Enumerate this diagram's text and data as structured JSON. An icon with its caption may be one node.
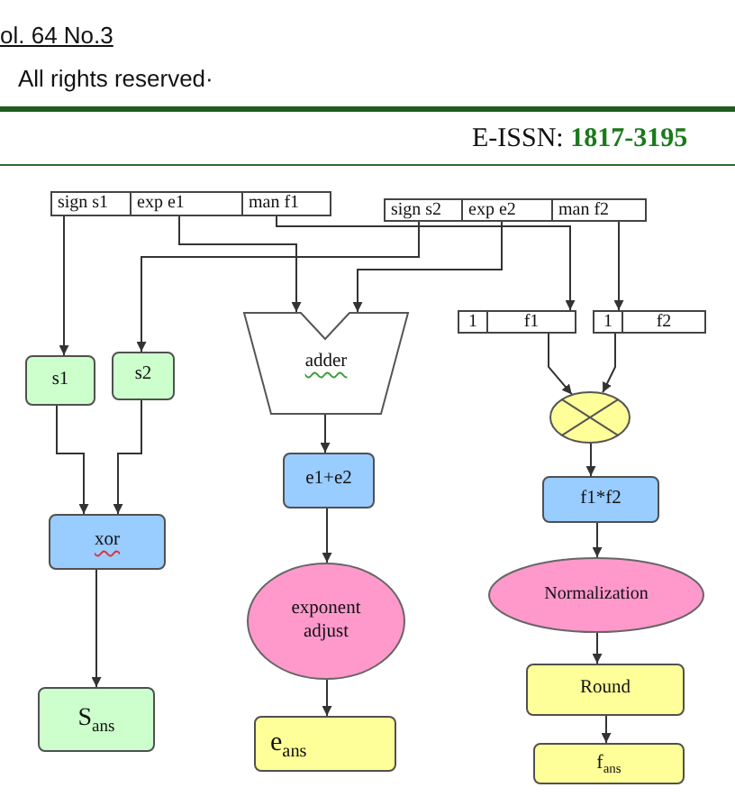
{
  "diagram": {
    "nodes": [
      {
        "text": [],
        "shape": "box"
      },
      {
        "text": [
          "sign s1"
        ],
        "in": 0
      },
      {
        "text": [
          "exp e1"
        ],
        "in": 0
      },
      {
        "text": [
          "man f1"
        ],
        "in": 0
      },
      {
        "text": [],
        "shape": "box"
      },
      {
        "text": [
          "sign s2"
        ],
        "in": 4
      },
      {
        "text": [
          "exp e2"
        ],
        "in": 4
      },
      {
        "text": [
          "man f2"
        ],
        "in": 4
      },
      {
        "text": [
          "adder"
        ]
      },
      {
        "text": [],
        "shape": "box"
      },
      {
        "text": [
          "1"
        ],
        "in": 9
      },
      {
        "text": [
          "f1"
        ],
        "in": 9
      },
      {
        "text": [],
        "shape": "box"
      },
      {
        "text": [
          "1"
        ],
        "in": 12
      },
      {
        "text": [
          "f2"
        ],
        "in": 12
      },
      {
        "text": [
          "s1"
        ]
      },
      {
        "text": [
          "s2"
        ]
      },
      {
        "text": [],
        "shape": "circle"
      },
      {
        "text": [
          "xor"
        ]
      },
      {
        "text": [
          "e1+e2"
        ]
      },
      {
        "text": [
          "f1*f2"
        ]
      },
      {
        "text": [
          "exponent adjust"
        ]
      },
      {
        "text": [
          "Normalization"
        ]
      },
      {
        "text": [
          "S$_{ans}$"
        ]
      },
      {
        "text": [
          "e$_{ans}$"
        ]
      },
      {
        "text": [
          "Round"
        ]
      },
      {
        "text": [
          "f$_{ans}$"
        ]
      }
    ],
    "edges": [
      {
        "from": 1,
        "to": 15,
        "arrow": "to"
      },
      {
        "from": 2,
        "to": 8,
        "arrow": "to"
      },
      {
        "from": 3,
        "to": 9,
        "arrow": "to"
      },
      {
        "from": 5,
        "to": 16,
        "arrow": "to"
      },
      {
        "from": 6,
        "to": 8,
        "arrow": "to"
      },
      {
        "from": 7,
        "to": 12,
        "arrow": "to"
      },
      {
        "from": 9,
        "to": 17,
        "arrow": "to"
      },
      {
        "from": 12,
        "to": 17,
        "arrow": "to"
      },
      {
        "from": 15,
        "to": 18,
        "arrow": "to"
      },
      {
        "from": 16,
        "to": 18,
        "arrow": "to"
      },
      {
        "from": 8,
        "to": 19,
        "arrow": "to"
      },
      {
        "from": 17,
        "to": 20,
        "arrow": "to"
      },
      {
        "from": 18,
        "to": 23,
        "arrow": "to"
      },
      {
        "from": 19,
        "to": 21,
        "arrow": "to"
      },
      {
        "from": 20,
        "to": 22,
        "arrow": "to"
      },
      {
        "from": 21,
        "to": 24,
        "arrow": "to"
      },
      {
        "from": 22,
        "to": 25,
        "arrow": "to"
      },
      {
        "from": 25,
        "to": 26,
        "arrow": "to"
      }
    ],
    "labels": [
      "ol. 64 No.3",
      "All rights reserved·",
      "E-ISSN: **1817-3195**"
    ]
  }
}
